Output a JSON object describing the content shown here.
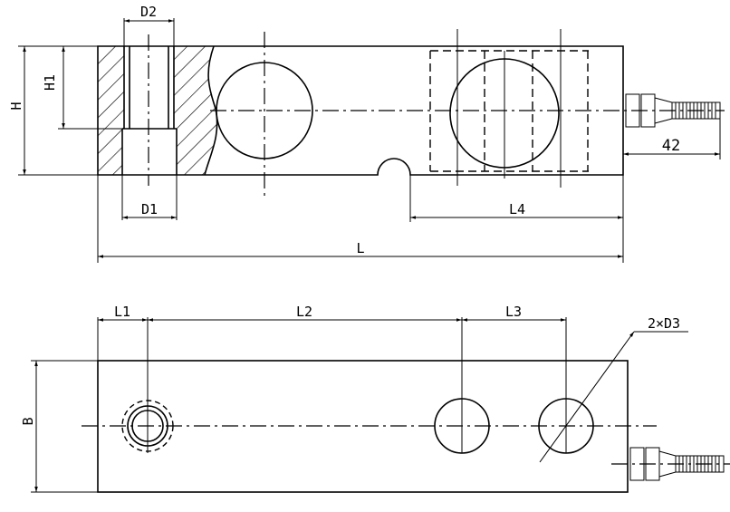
{
  "top_view": {
    "labels": {
      "D2": "D2",
      "H1": "H1",
      "H": "H",
      "D1": "D1",
      "L4": "L4",
      "L": "L",
      "cable": "42"
    }
  },
  "bottom_view": {
    "labels": {
      "L1": "L1",
      "L2": "L2",
      "L3": "L3",
      "B": "B",
      "holes": "2×D3"
    }
  }
}
